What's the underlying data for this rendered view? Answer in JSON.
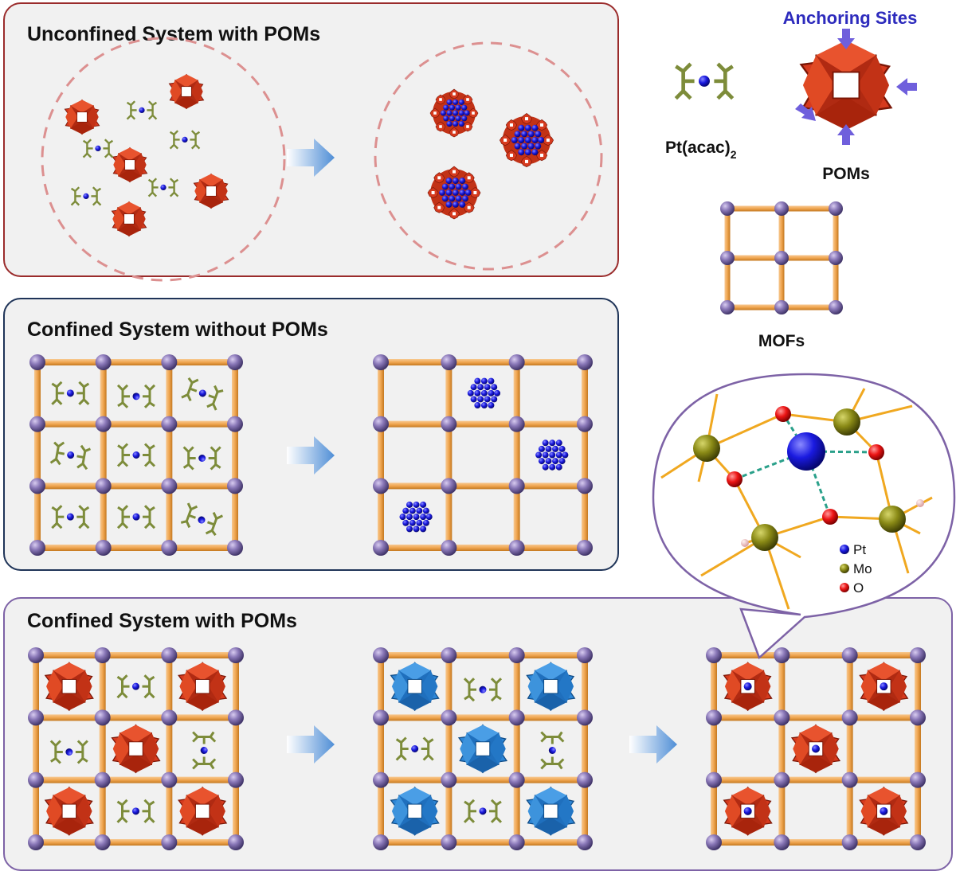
{
  "panels": {
    "unconfined": {
      "title": "Unconfined System with POMs"
    },
    "confined_without": {
      "title": "Confined System without POMs"
    },
    "confined_with": {
      "title": "Confined System with POMs"
    }
  },
  "legend": {
    "anchoring_sites": "Anchoring Sites",
    "pt_acac_base": "Pt(acac)",
    "pt_acac_subscript": "2",
    "poms": "POMs",
    "mofs": "MOFs"
  },
  "zoom_key": [
    {
      "label": "Pt",
      "color": "#1414d6"
    },
    {
      "label": "Mo",
      "color": "#7a7a0e"
    },
    {
      "label": "O",
      "color": "#e01010"
    }
  ],
  "colors": {
    "pom_red": "#d63a1e",
    "pom_blue": "#2d86d6",
    "pt_blue": "#1414d6",
    "ligand_green": "#8a9a45",
    "node_purple": "#7a6aa8",
    "linker_orange": "#f0a850",
    "arrow_blue": "#5c98d8",
    "anchor_arrow": "#6f5fdc"
  }
}
